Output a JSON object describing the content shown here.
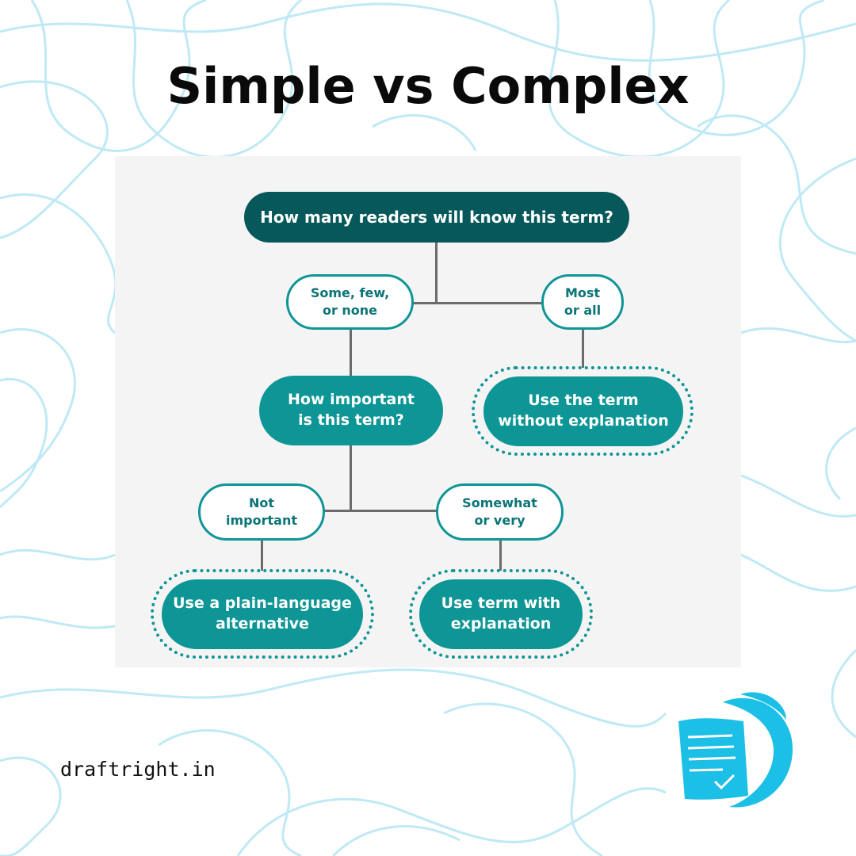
{
  "title": "Simple vs Complex",
  "flowchart": {
    "question_1": "How many readers will know this term?",
    "answer_some": "Some, few,\nor none",
    "answer_most": "Most\nor all",
    "result_use_term": "Use the term\nwithout explanation",
    "question_2": "How important\nis this term?",
    "answer_not_important": "Not\nimportant",
    "answer_somewhat": "Somewhat\nor very",
    "result_plain_language": "Use a plain-language\nalternative",
    "result_with_explanation": "Use term with\nexplanation"
  },
  "footer": {
    "website": "draftright.in"
  },
  "colors": {
    "dark_teal": "#07585a",
    "teal": "#0e9596",
    "connector": "#6b6b6b",
    "background_lines": "#bfe9f5",
    "logo_blue": "#1cbfe6"
  },
  "icons": {
    "logo": "quill-document-check-icon"
  }
}
